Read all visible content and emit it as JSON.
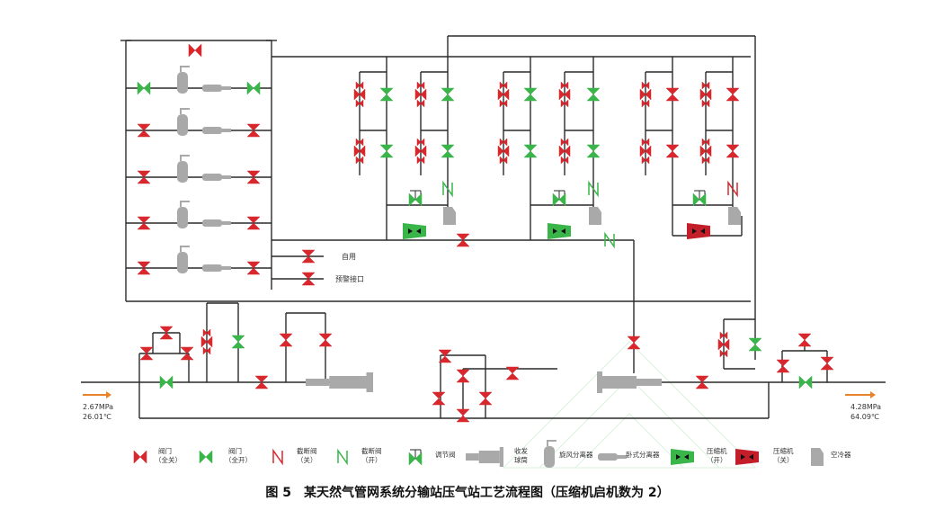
{
  "colors": {
    "closed": "#d8282e",
    "open": "#3ab54a",
    "equipment": "#a9a9a9",
    "pipe": "#2a2a2a",
    "arrow": "#e8822b",
    "compressor_on": "#3ab54a",
    "compressor_off": "#c21f2a"
  },
  "labels": {
    "self_use": "自用",
    "warning_port": "预警接口",
    "inlet_pressure": "2.67MPa",
    "inlet_temp": "26.01℃",
    "outlet_pressure": "4.28MPa",
    "outlet_temp": "64.09℃"
  },
  "legend": {
    "valve_closed": [
      "阀门",
      "（全关）"
    ],
    "valve_open": [
      "阀门",
      "（全开）"
    ],
    "cutoff_closed": [
      "截断阀",
      "（关）"
    ],
    "cutoff_open": [
      "截断阀",
      "（开）"
    ],
    "regulating_valve": [
      "调节阀"
    ],
    "pig_ball": [
      "收发",
      "球筒"
    ],
    "cyclone_separator": [
      "旋风分离器"
    ],
    "filter_separator": [
      "卧式分离器"
    ],
    "compressor_on": [
      "压缩机",
      "（开）"
    ],
    "compressor_off": [
      "压缩机",
      "（关）"
    ],
    "air_cooler": [
      "空冷器"
    ]
  },
  "caption": "图 5　某天然气管网系统分输站压气站工艺流程图（压缩机启机数为 2）"
}
